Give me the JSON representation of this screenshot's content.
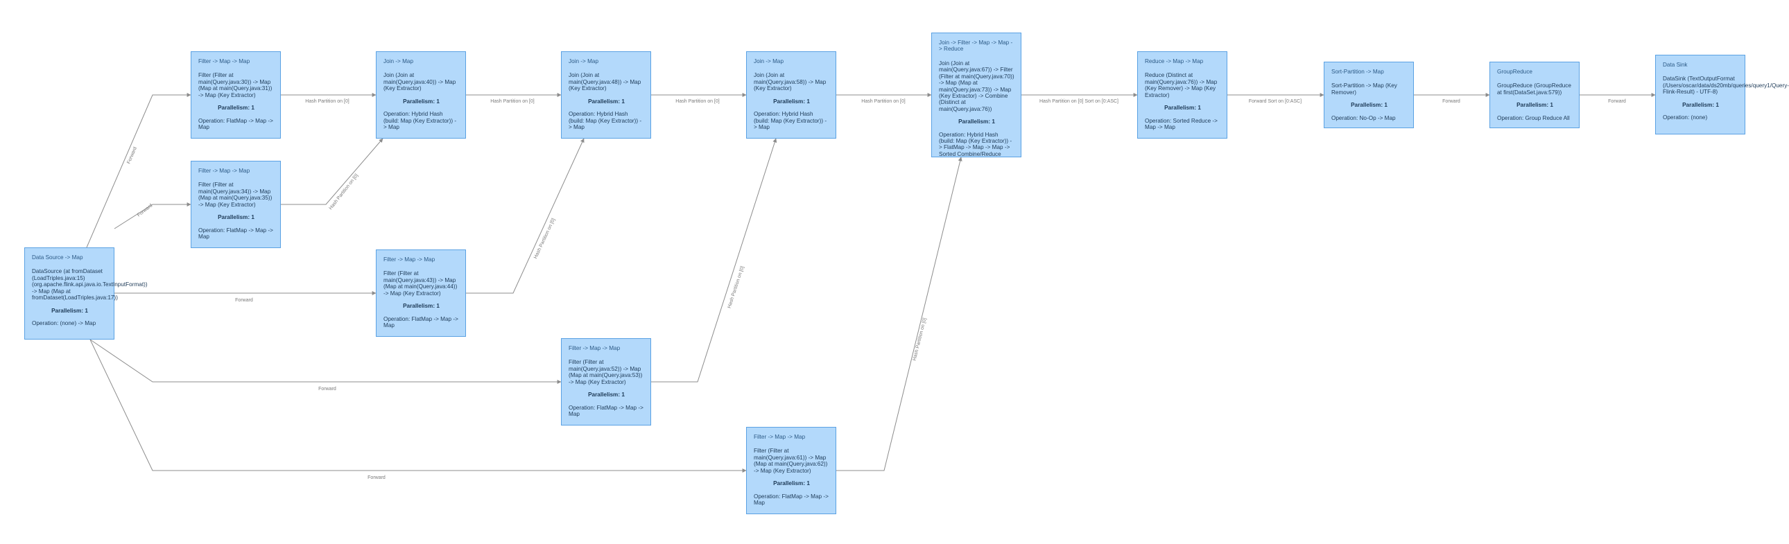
{
  "nodes": [
    {
      "id": "ds",
      "title": "Data Source -> Map",
      "desc": "DataSource (at fromDataset (LoadTriples.java:15) (org.apache.flink.api.java.io.TextInputFormat)) -> Map (Map at fromDataset(LoadTriples.java:17))",
      "par": "Parallelism: 1",
      "op": "Operation: (none) -> Map"
    },
    {
      "id": "f1",
      "title": "Filter -> Map -> Map",
      "desc": "Filter (Filter at main(Query.java:30)) -> Map (Map at main(Query.java:31)) -> Map (Key Extractor)",
      "par": "Parallelism: 1",
      "op": "Operation: FlatMap -> Map -> Map"
    },
    {
      "id": "f2",
      "title": "Filter -> Map -> Map",
      "desc": "Filter (Filter at main(Query.java:34)) -> Map (Map at main(Query.java:35)) -> Map (Key Extractor)",
      "par": "Parallelism: 1",
      "op": "Operation: FlatMap -> Map -> Map"
    },
    {
      "id": "j1",
      "title": "Join -> Map",
      "desc": "Join (Join at main(Query.java:40)) -> Map (Key Extractor)",
      "par": "Parallelism: 1",
      "op": "Operation: Hybrid Hash (build: Map (Key Extractor)) -> Map"
    },
    {
      "id": "f3",
      "title": "Filter -> Map -> Map",
      "desc": "Filter (Filter at main(Query.java:43)) -> Map (Map at main(Query.java:44)) -> Map (Key Extractor)",
      "par": "Parallelism: 1",
      "op": "Operation: FlatMap -> Map -> Map"
    },
    {
      "id": "j2",
      "title": "Join -> Map",
      "desc": "Join (Join at main(Query.java:48)) -> Map (Key Extractor)",
      "par": "Parallelism: 1",
      "op": "Operation: Hybrid Hash (build: Map (Key Extractor)) -> Map"
    },
    {
      "id": "f4",
      "title": "Filter -> Map -> Map",
      "desc": "Filter (Filter at main(Query.java:52)) -> Map (Map at main(Query.java:53)) -> Map (Key Extractor)",
      "par": "Parallelism: 1",
      "op": "Operation: FlatMap -> Map -> Map"
    },
    {
      "id": "j3",
      "title": "Join -> Map",
      "desc": "Join (Join at main(Query.java:58)) -> Map (Key Extractor)",
      "par": "Parallelism: 1",
      "op": "Operation: Hybrid Hash (build: Map (Key Extractor)) -> Map"
    },
    {
      "id": "f5",
      "title": "Filter -> Map -> Map",
      "desc": "Filter (Filter at main(Query.java:61)) -> Map (Map at main(Query.java:62)) -> Map (Key Extractor)",
      "par": "Parallelism: 1",
      "op": "Operation: FlatMap -> Map -> Map"
    },
    {
      "id": "j4",
      "title": "Join -> Filter -> Map -> Map -> Reduce",
      "desc": "Join (Join at main(Query.java:67)) -> Filter (Filter at main(Query.java:70)) -> Map (Map at main(Query.java:73)) -> Map (Key Extractor) -> Combine (Distinct at main(Query.java:76))",
      "par": "Parallelism: 1",
      "op": "Operation: Hybrid Hash (build: Map (Key Extractor)) -> FlatMap -> Map -> Map -> Sorted Combine/Reduce"
    },
    {
      "id": "r1",
      "title": "Reduce -> Map -> Map",
      "desc": "Reduce (Distinct at main(Query.java:76)) -> Map (Key Remover) -> Map (Key Extractor)",
      "par": "Parallelism: 1",
      "op": "Operation: Sorted Reduce -> Map -> Map"
    },
    {
      "id": "sp",
      "title": "Sort-Partition -> Map",
      "desc": "Sort-Partition -> Map (Key Remover)",
      "par": "Parallelism: 1",
      "op": "Operation: No-Op -> Map"
    },
    {
      "id": "gr",
      "title": "GroupReduce",
      "desc": "GroupReduce (GroupReduce at first(DataSet.java:579))",
      "par": "Parallelism: 1",
      "op": "Operation: Group Reduce All"
    },
    {
      "id": "sink",
      "title": "Data Sink",
      "desc": "DataSink (TextOutputFormat (/Users/oscar/data/ds20mb/queries/query1/Query-Flink-Result) - UTF-8)",
      "par": "Parallelism: 1",
      "op": "Operation: (none)"
    }
  ],
  "edges": [
    {
      "id": "ds-f1",
      "label": "Forward"
    },
    {
      "id": "ds-f2",
      "label": "Forward"
    },
    {
      "id": "ds-f3",
      "label": "Forward"
    },
    {
      "id": "ds-f4",
      "label": "Forward"
    },
    {
      "id": "ds-f5",
      "label": "Forward"
    },
    {
      "id": "f1-j1",
      "label": "Hash Partition on [0]"
    },
    {
      "id": "f2-j1",
      "label": "Hash Partition on [0]"
    },
    {
      "id": "j1-j2",
      "label": "Hash Partition on [0]"
    },
    {
      "id": "f3-j2",
      "label": "Hash Partition on [0]"
    },
    {
      "id": "j2-j3",
      "label": "Hash Partition on [0]"
    },
    {
      "id": "f4-j3",
      "label": "Hash Partition on [0]"
    },
    {
      "id": "j3-j4",
      "label": "Hash Partition on [0]"
    },
    {
      "id": "f5-j4",
      "label": "Hash Partition on [0]"
    },
    {
      "id": "j4-r1",
      "label": "Hash Partition on [0] Sort on [0:ASC]"
    },
    {
      "id": "r1-sp",
      "label": "Forward Sort on [0:ASC]"
    },
    {
      "id": "sp-gr",
      "label": "Forward"
    },
    {
      "id": "gr-sink",
      "label": "Forward"
    }
  ],
  "colors": {
    "node_fill": "#b3d9fb",
    "node_border": "#5aa1e3",
    "edge": "#8c8c8c",
    "label": "#7a7a7a"
  }
}
